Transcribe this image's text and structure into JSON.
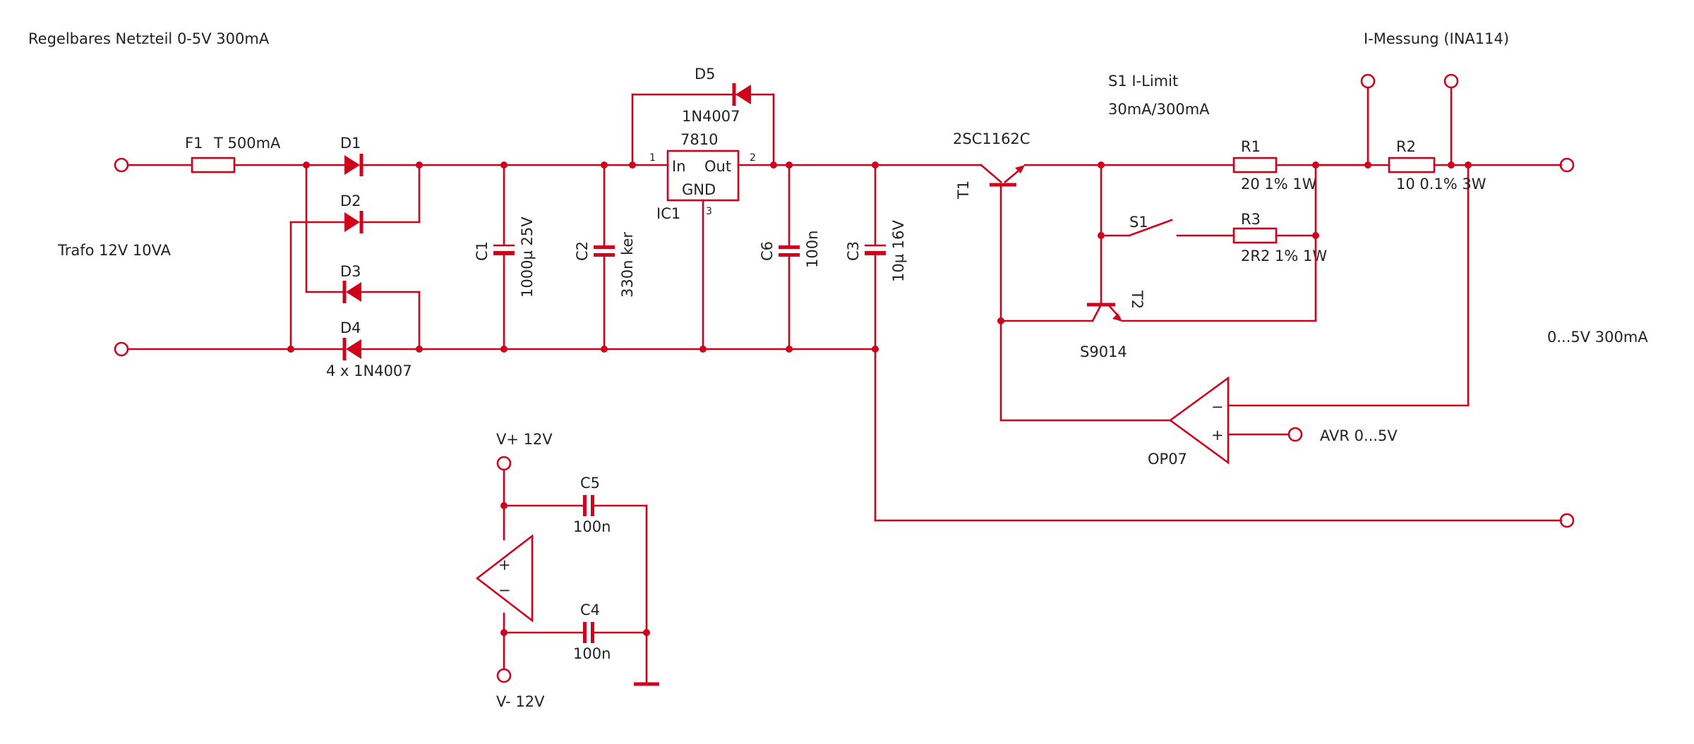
{
  "title": "Regelbares Netzteil 0-5V 300mA",
  "colors": {
    "wire": "#d0021b",
    "text": "#222222",
    "background": "#ffffff"
  },
  "labels": {
    "transformer": "Trafo 12V 10VA",
    "current_measure": "I-Messung (INA114)",
    "switch_function": "S1 I-Limit",
    "switch_values": "30mA/300mA",
    "output": "0...5V 300mA",
    "avr_input": "AVR 0...5V",
    "v_plus": "V+ 12V",
    "v_minus": "V- 12V"
  },
  "components": {
    "F1": {
      "ref": "F1",
      "value": "T 500mA"
    },
    "D1": {
      "ref": "D1"
    },
    "D2": {
      "ref": "D2"
    },
    "D3": {
      "ref": "D3"
    },
    "D4": {
      "ref": "D4"
    },
    "bridge_value": "4 x 1N4007",
    "D5": {
      "ref": "D5",
      "value": "1N4007"
    },
    "IC1": {
      "ref": "IC1",
      "value": "7810",
      "pin_in": "In",
      "pin_out": "Out",
      "pin_gnd": "GND",
      "pin1": "1",
      "pin2": "2",
      "pin3": "3"
    },
    "C1": {
      "ref": "C1",
      "value": "1000µ 25V"
    },
    "C2": {
      "ref": "C2",
      "value": "330n ker"
    },
    "C6": {
      "ref": "C6",
      "value": "100n"
    },
    "C3": {
      "ref": "C3",
      "value": "10µ 16V"
    },
    "C5": {
      "ref": "C5",
      "value": "100n"
    },
    "C4": {
      "ref": "C4",
      "value": "100n"
    },
    "T1": {
      "ref": "T1",
      "value": "2SC1162C"
    },
    "T2": {
      "ref": "T2",
      "value": "S9014"
    },
    "R1": {
      "ref": "R1",
      "value": "20 1% 1W"
    },
    "R2": {
      "ref": "R2",
      "value": "10 0.1% 3W"
    },
    "R3": {
      "ref": "R3",
      "value": "2R2 1% 1W"
    },
    "S1": {
      "ref": "S1"
    },
    "OP": {
      "value": "OP07",
      "plus": "+",
      "minus": "−"
    },
    "OP_supply": {
      "plus": "+",
      "minus": "−"
    }
  }
}
